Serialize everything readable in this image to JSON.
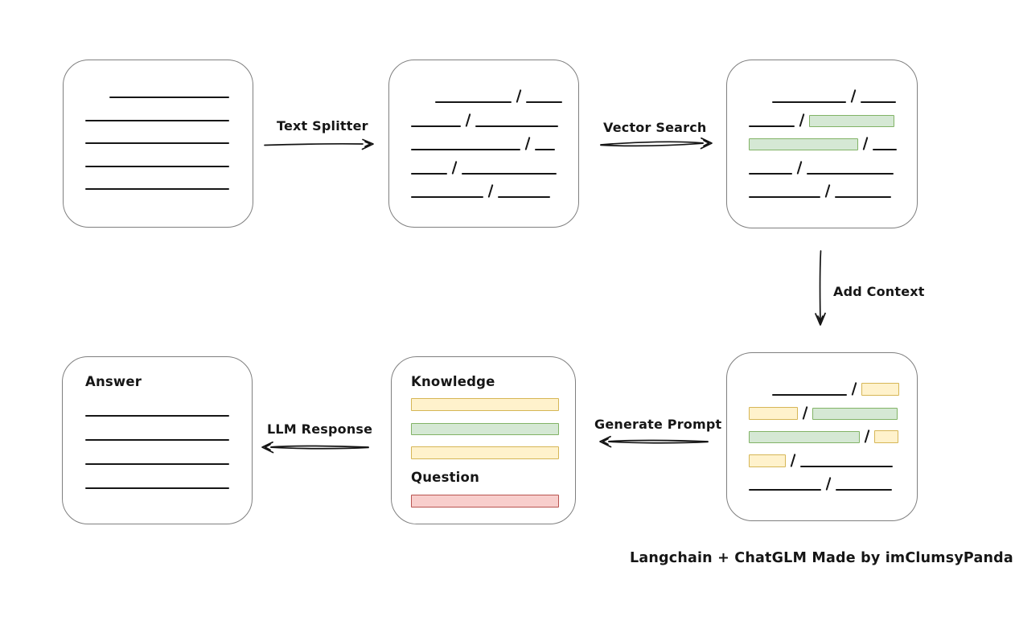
{
  "labels": {
    "text_splitter": "Text Splitter",
    "vector_search": "Vector Search",
    "add_context": "Add Context",
    "generate_prompt": "Generate Prompt",
    "llm_response": "LLM Response",
    "knowledge": "Knowledge",
    "question": "Question",
    "answer": "Answer",
    "caption": "Langchain + ChatGLM Made by imClumsyPanda"
  },
  "colors": {
    "line": "#161616",
    "box_border": "#7f7f7f",
    "green_fill": "#d5e8d4",
    "green_border": "#82b366",
    "yellow_fill": "#fff2cc",
    "yellow_border": "#d6b656",
    "red_fill": "#f8cecc",
    "red_border": "#b85450"
  },
  "boxes": {
    "document": {
      "rows": [
        [
          {
            "t": "line",
            "w": 149,
            "ml": 30
          }
        ],
        [
          {
            "t": "line",
            "w": 179
          }
        ],
        [
          {
            "t": "line",
            "w": 179
          }
        ],
        [
          {
            "t": "line",
            "w": 179
          }
        ],
        [
          {
            "t": "line",
            "w": 179
          }
        ]
      ]
    },
    "split": {
      "rows": [
        [
          {
            "t": "line",
            "w": 95,
            "ml": 30
          },
          {
            "t": "slash"
          },
          {
            "t": "line",
            "w": 45
          }
        ],
        [
          {
            "t": "line",
            "w": 62
          },
          {
            "t": "slash"
          },
          {
            "t": "line",
            "w": 103
          }
        ],
        [
          {
            "t": "line",
            "w": 136
          },
          {
            "t": "slash"
          },
          {
            "t": "line",
            "w": 25
          }
        ],
        [
          {
            "t": "line",
            "w": 45
          },
          {
            "t": "slash"
          },
          {
            "t": "line",
            "w": 118
          }
        ],
        [
          {
            "t": "line",
            "w": 90
          },
          {
            "t": "slash"
          },
          {
            "t": "line",
            "w": 65
          }
        ]
      ]
    },
    "vector": {
      "rows": [
        [
          {
            "t": "line",
            "w": 92,
            "ml": 29
          },
          {
            "t": "slash"
          },
          {
            "t": "line",
            "w": 44
          }
        ],
        [
          {
            "t": "line",
            "w": 57
          },
          {
            "t": "slash"
          },
          {
            "t": "green",
            "w": 106
          }
        ],
        [
          {
            "t": "green",
            "w": 136
          },
          {
            "t": "slash"
          },
          {
            "t": "line",
            "w": 30
          }
        ],
        [
          {
            "t": "line",
            "w": 54
          },
          {
            "t": "slash"
          },
          {
            "t": "line",
            "w": 108
          }
        ],
        [
          {
            "t": "line",
            "w": 89
          },
          {
            "t": "slash"
          },
          {
            "t": "line",
            "w": 70
          }
        ]
      ]
    },
    "context": {
      "rows": [
        [
          {
            "t": "line",
            "w": 93,
            "ml": 29
          },
          {
            "t": "slash"
          },
          {
            "t": "yellow",
            "w": 47
          }
        ],
        [
          {
            "t": "yellow",
            "w": 61
          },
          {
            "t": "slash"
          },
          {
            "t": "green",
            "w": 106
          }
        ],
        [
          {
            "t": "green",
            "w": 138
          },
          {
            "t": "slash"
          },
          {
            "t": "yellow",
            "w": 30
          }
        ],
        [
          {
            "t": "yellow",
            "w": 46
          },
          {
            "t": "slash"
          },
          {
            "t": "line",
            "w": 115
          }
        ],
        [
          {
            "t": "line",
            "w": 90
          },
          {
            "t": "slash"
          },
          {
            "t": "line",
            "w": 70
          }
        ]
      ]
    },
    "prompt": {
      "knowledge_bars": [
        [
          {
            "t": "yellow",
            "w": 184
          }
        ],
        [
          {
            "t": "green",
            "w": 184
          }
        ],
        [
          {
            "t": "yellow",
            "w": 184
          }
        ]
      ],
      "question_bars": [
        [
          {
            "t": "red",
            "w": 184
          }
        ]
      ]
    },
    "answer": {
      "rows": [
        [
          {
            "t": "line",
            "w": 179
          }
        ],
        [
          {
            "t": "line",
            "w": 179
          }
        ],
        [
          {
            "t": "line",
            "w": 179
          }
        ],
        [
          {
            "t": "line",
            "w": 179
          }
        ]
      ]
    }
  }
}
